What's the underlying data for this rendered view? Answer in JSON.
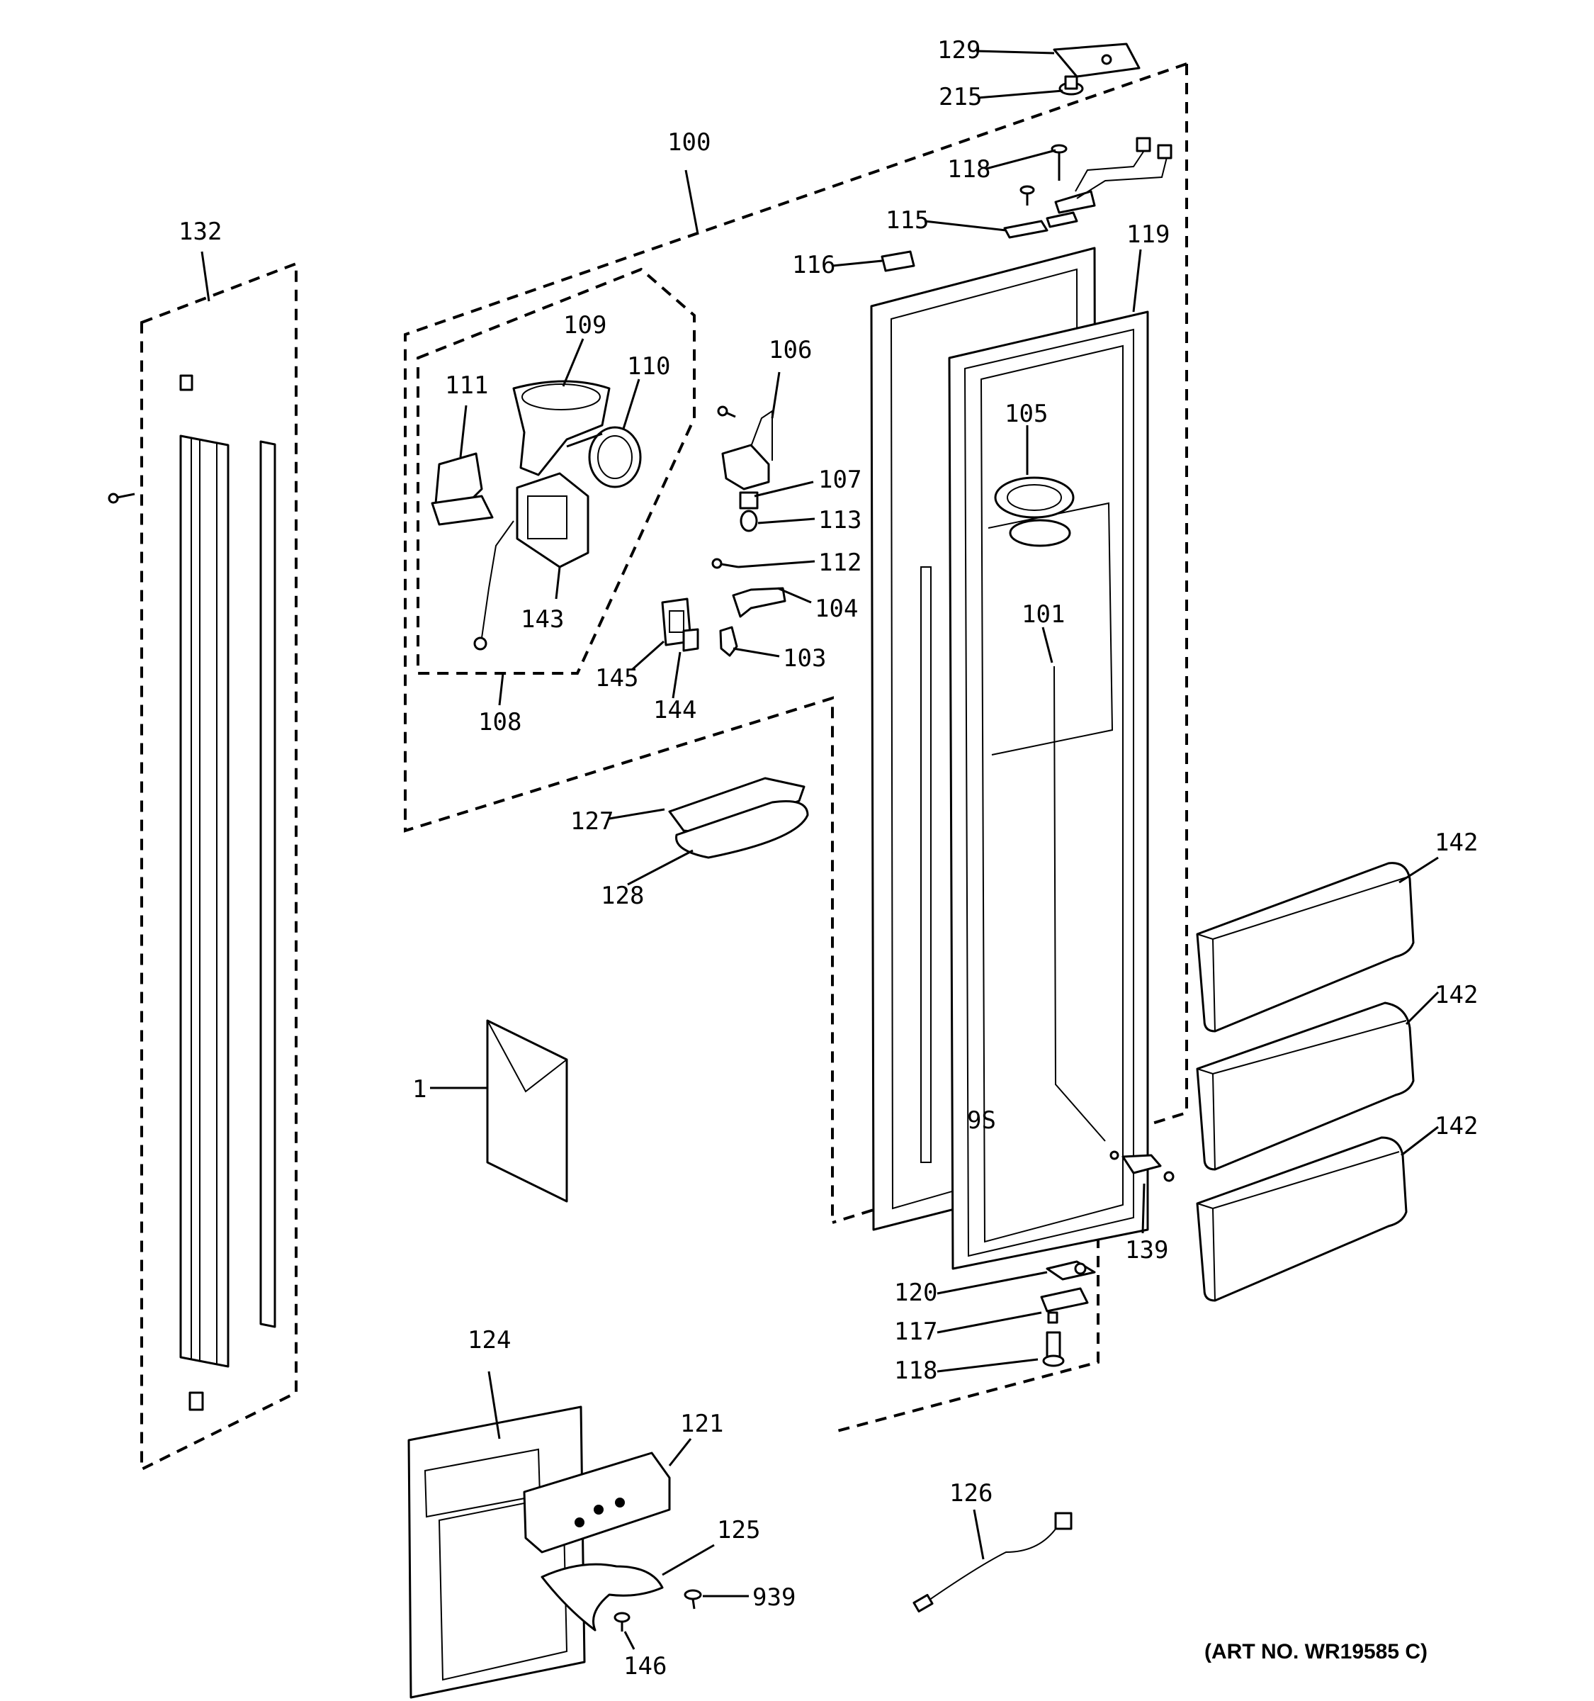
{
  "diagram": {
    "art_number": "(ART NO. WR19585 C)",
    "callouts": {
      "c129": "129",
      "c215": "215",
      "c118a": "118",
      "c100": "100",
      "c115": "115",
      "c119": "119",
      "c116": "116",
      "c132": "132",
      "c109": "109",
      "c110": "110",
      "c106": "106",
      "c111": "111",
      "c105": "105",
      "c107": "107",
      "c113": "113",
      "c112": "112",
      "c101": "101",
      "c104": "104",
      "c143": "143",
      "c103": "103",
      "c145": "145",
      "c144": "144",
      "c108": "108",
      "c127": "127",
      "c128": "128",
      "c142a": "142",
      "c142b": "142",
      "c142c": "142",
      "c1": "1",
      "c139": "139",
      "c120": "120",
      "c117": "117",
      "c118b": "118",
      "c124": "124",
      "c121": "121",
      "c125": "125",
      "c126": "126",
      "c939": "939",
      "c146": "146"
    }
  }
}
